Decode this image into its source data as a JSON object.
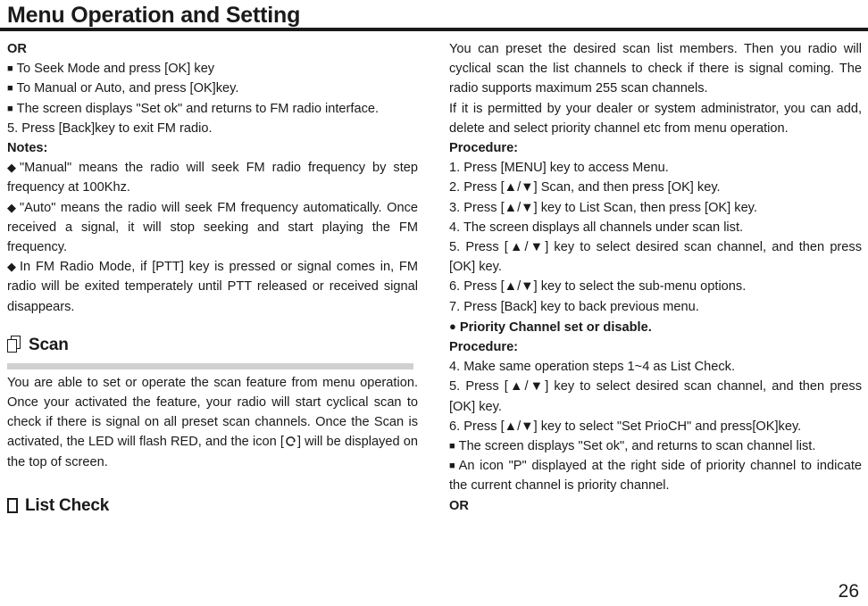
{
  "header": {
    "title": "Menu Operation and Setting"
  },
  "left_column": {
    "or_label": "OR",
    "bullets": [
      "To Seek Mode and press [OK] key",
      "To Manual or Auto, and press [OK]key.",
      "The screen displays \"Set ok\" and returns to FM radio interface."
    ],
    "step5": "5. Press [Back]key to exit FM radio.",
    "notes_label": "Notes:",
    "notes": [
      "\"Manual\" means the radio will seek FM radio frequency by step frequency at 100Khz.",
      "\"Auto\" means the radio will seek FM frequency automatically. Once received a signal, it will stop seeking and start playing the FM frequency.",
      "In FM Radio Mode, if [PTT] key is pressed or signal comes in, FM radio will be exited temperately until PTT released or received signal disappears."
    ],
    "scan_section": {
      "icon": "stacked-pages-icon",
      "title": "Scan",
      "body_part1": "You are able to set or operate the scan feature from menu operation. Once your activated the feature, your radio will start cyclical scan to check if there is signal on all preset scan channels. Once the Scan is activated, the LED will flash RED, and the icon [",
      "body_icon": "cycle-arrow-icon",
      "body_part2": "] will be displayed on the top of screen."
    },
    "list_check_section": {
      "icon": "page-icon",
      "title": "List Check"
    }
  },
  "right_column": {
    "intro": "You can preset the desired scan list members. Then you radio will cyclical scan the list channels to check if there is signal coming. The radio supports maximum 255 scan channels.",
    "intro2": "If it is permitted by your dealer or system administrator, you can add, delete and select priority channel etc from menu operation.",
    "procedure_label_1": "Procedure:",
    "steps_1": [
      "1. Press [MENU] key to access Menu.",
      "2. Press [▲/▼] Scan, and then press [OK] key.",
      "3. Press [▲/▼] key to List Scan, then press [OK] key.",
      "4. The screen displays all channels under scan list.",
      "5. Press [▲/▼] key to select desired scan channel, and then press [OK] key.",
      "6. Press [▲/▼] key to select the sub-menu options.",
      "7. Press [Back] key to back previous menu."
    ],
    "priority_heading": "Priority Channel set or disable.",
    "procedure_label_2": "Procedure:",
    "steps_2": [
      "4. Make same operation steps 1~4 as List Check.",
      "5. Press [▲/▼] key to select desired scan channel, and then press [OK] key.",
      "6. Press [▲/▼] key to select \"Set PrioCH\" and press[OK]key."
    ],
    "bullets_2": [
      "The screen displays \"Set ok\", and returns to scan channel list.",
      "An icon \"P\" displayed at the right side of priority channel to indicate the current channel is priority channel."
    ],
    "or_label": "OR"
  },
  "footer": {
    "page_number": "26"
  },
  "symbols": {
    "square_bullet": "■",
    "diamond_bullet": "◆",
    "dot_bullet": "●"
  }
}
